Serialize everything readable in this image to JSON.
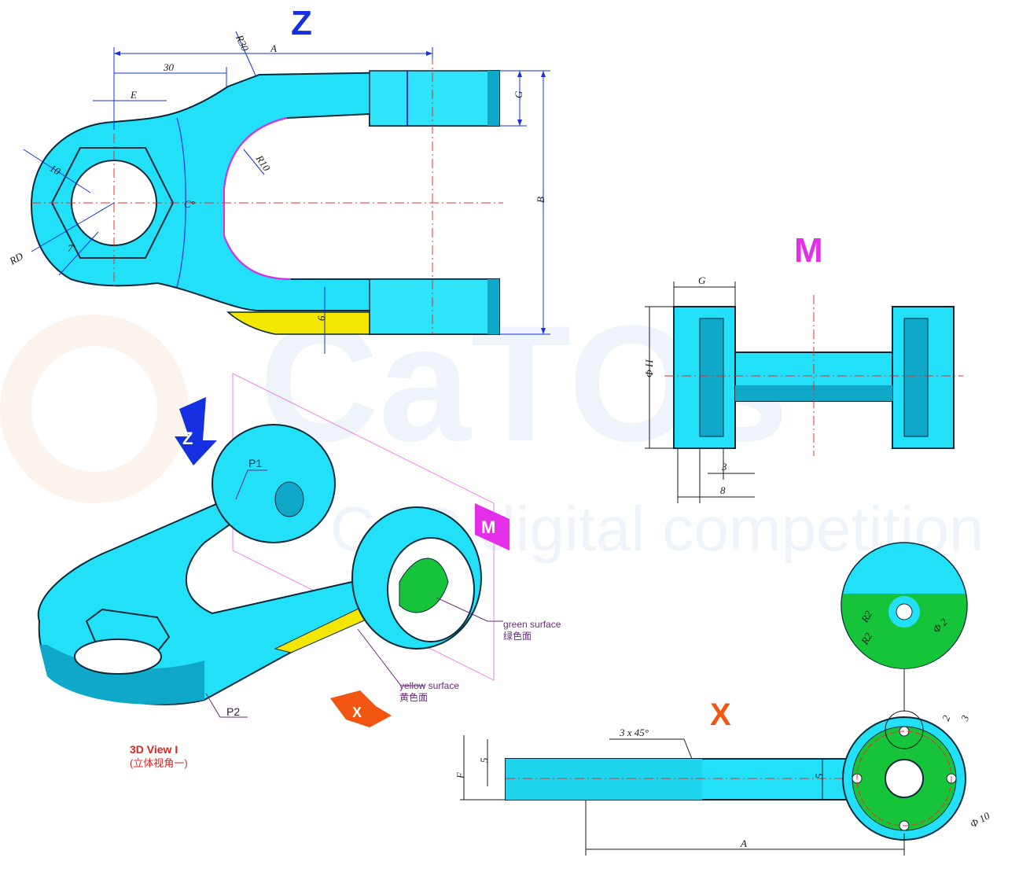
{
  "view_letters": {
    "z": "Z",
    "m": "M",
    "x": "X"
  },
  "watermark": {
    "brand": "CaTOs",
    "tagline": "CAD digital competition"
  },
  "view_z_dims": {
    "a": "A",
    "thirty": "30",
    "e": "E",
    "r30": "R30",
    "r10": "R10",
    "ten": "10",
    "seven": "7",
    "rd": "RD",
    "c": "C°",
    "g": "G",
    "b": "B",
    "six": "6"
  },
  "view_m_dims": {
    "g": "G",
    "h": "Φ H",
    "three": "3",
    "eight": "8"
  },
  "view_x_dims": {
    "chamfer": "3 x 45°",
    "f": "F",
    "five_a": "5",
    "five_b": "5",
    "a": "A",
    "two": "2",
    "three": "3",
    "d10": "Φ 10"
  },
  "detail_dims": {
    "r2a": "R2",
    "r2b": "R2",
    "d2": "Φ 2"
  },
  "iso_labels": {
    "p1": "P1",
    "p2": "P2",
    "green_en": "green surface",
    "green_cn": "绿色面",
    "yellow_en": "yellow surface",
    "yellow_cn": "黄色面",
    "title_en": "3D View I",
    "title_cn": "(立体视角一)"
  },
  "colors": {
    "part": "#22e0f8",
    "part_dark": "#0fa8c8",
    "yellow": "#f3e600",
    "green": "#16c43a",
    "blue_letter": "#1530e0",
    "magenta_letter": "#e42ee8",
    "orange_letter": "#f25512",
    "label_red": "#e02020"
  }
}
